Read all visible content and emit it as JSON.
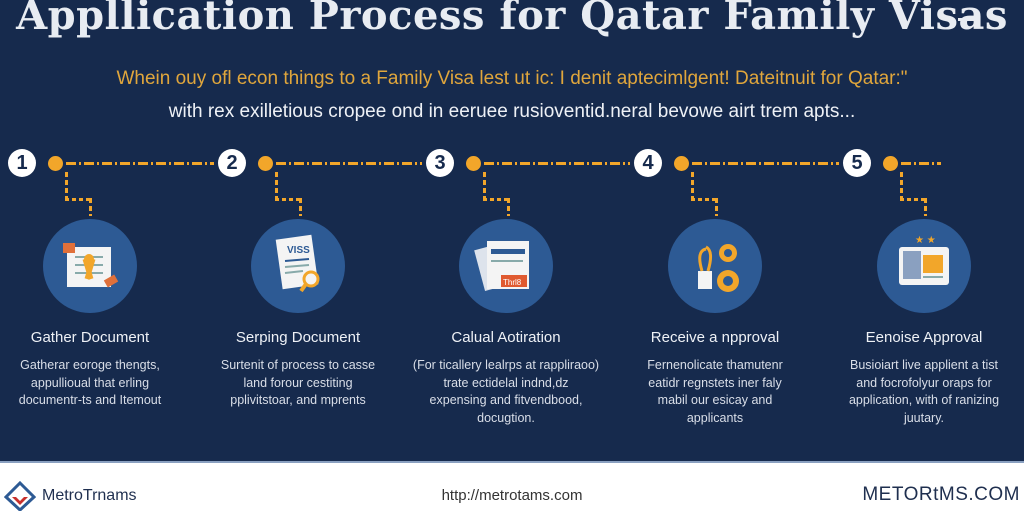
{
  "header": {
    "title": "Appllication Process for Qatar Family Visas",
    "subtitle_line1": "Whein ouy ofl econ things to a Family Visa lest ut ic: I denit aptecimlgent! Dateitnuit for Qatar:\"",
    "subtitle_line2": "with rex exilletious cropee ond in eeruee rusioventid.neral bevowe airt trem apts..."
  },
  "steps": [
    {
      "number": "1",
      "title": "Gather Document",
      "lines": [
        "Gatherar eoroge thengts,",
        "appullioual that erling",
        "documentr-ts and Itemout"
      ],
      "icon": "document-checklist-icon"
    },
    {
      "number": "2",
      "title": "Serping Document",
      "lines": [
        "Surtenit of process to casse",
        "land forour cestiting",
        "pplivitstoar, and mprents"
      ],
      "icon": "visa-document-search-icon",
      "icon_text": "VISS"
    },
    {
      "number": "3",
      "title": "Calual Aotiration",
      "lines": [
        "(For ticallery lealrps at rappliraoo)",
        "trate ectidelal indnd,dz",
        "expensing and fitvendbood,",
        "docugtion."
      ],
      "icon": "forms-stack-icon",
      "icon_text": "Thrl8"
    },
    {
      "number": "4",
      "title": "Receive a npproval",
      "lines": [
        "Fernenolicate thamutenr",
        "eatidr regnstets iner faly",
        "mabil our esicay and",
        "applicants"
      ],
      "icon": "gears-tools-icon"
    },
    {
      "number": "5",
      "title": "Eenoise Approval",
      "lines": [
        "Busioiart live applient a tist",
        "and focrofolyur oraps for",
        "application, with of ranizing",
        "juutary."
      ],
      "icon": "approval-screen-icon"
    }
  ],
  "footer": {
    "brand": "MetroTrnams",
    "url": "http://metrotams.com",
    "right_brand": "METORtMS.COM"
  },
  "colors": {
    "background": "#162a4d",
    "accent": "#f2a62a",
    "icon_circle": "#2d5a94"
  }
}
